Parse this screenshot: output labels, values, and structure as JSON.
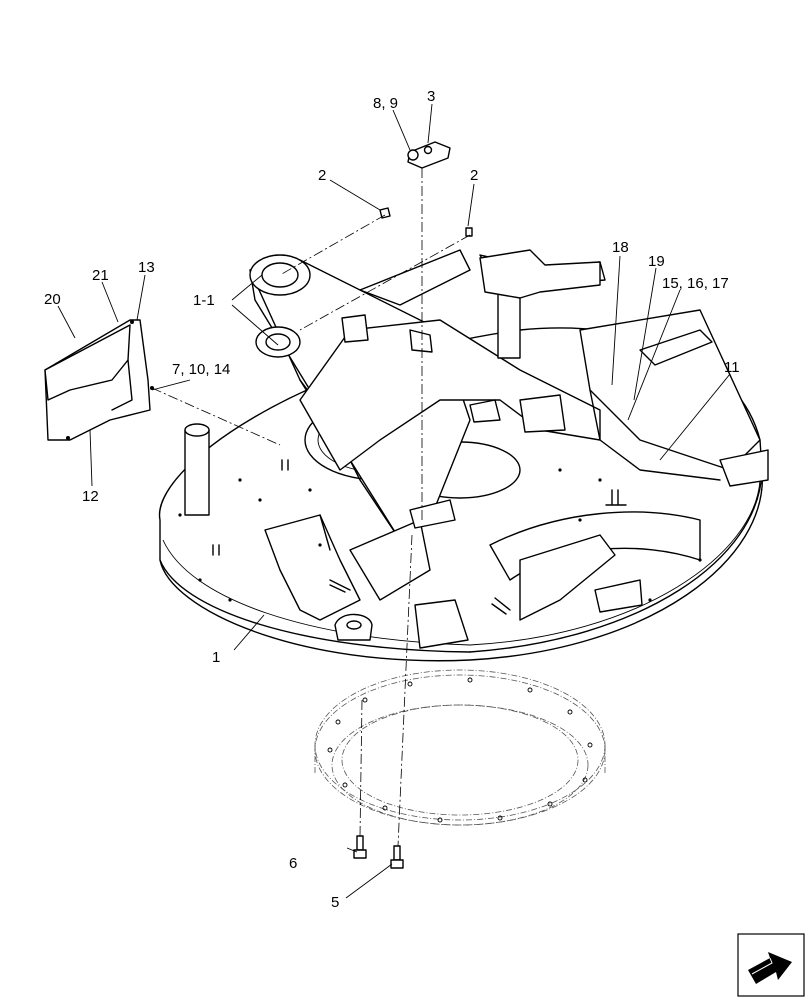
{
  "callouts": {
    "c1": "1",
    "c1_1": "1-1",
    "c2a": "2",
    "c2b": "2",
    "c3": "3",
    "c5": "5",
    "c6": "6",
    "c7_10_14": "7, 10, 14",
    "c8_9": "8, 9",
    "c11": "11",
    "c12": "12",
    "c13": "13",
    "c15_16_17": "15, 16, 17",
    "c18": "18",
    "c19": "19",
    "c20": "20",
    "c21": "21"
  },
  "icons": {
    "nav": "next-page-arrow-icon"
  }
}
